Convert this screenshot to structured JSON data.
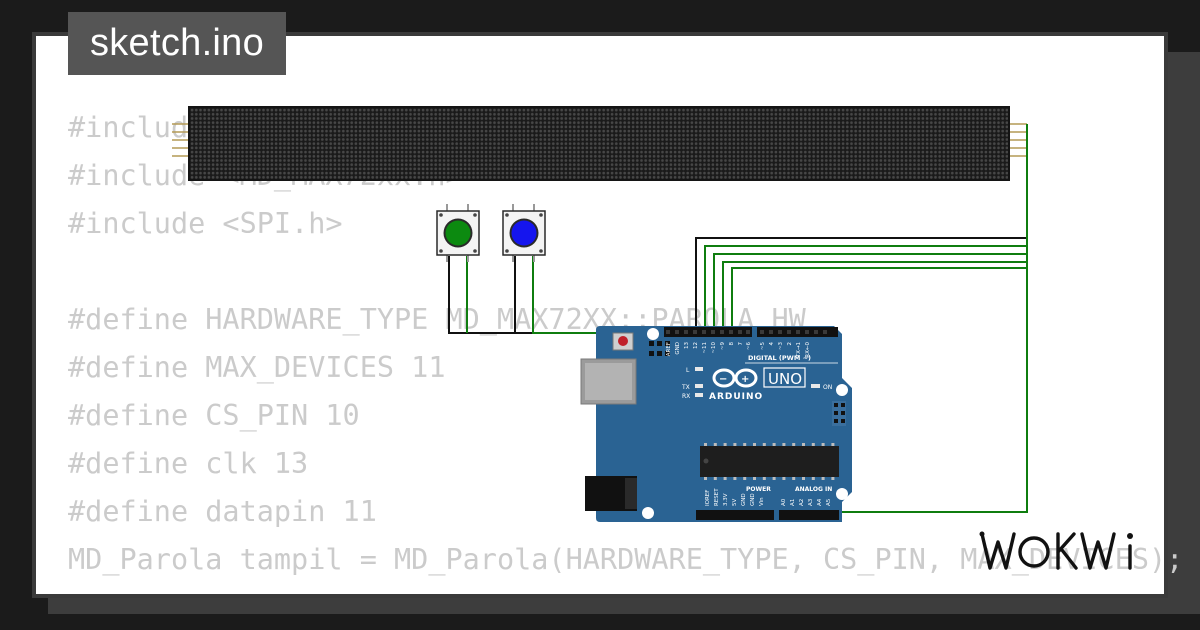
{
  "header": {
    "title": "sketch.ino"
  },
  "code_lines": [
    "#include <MD_Parola.h>",
    "#include <MD_MAX72xx.h>",
    "#include <SPI.h>",
    "",
    "#define HARDWARE_TYPE MD_MAX72XX::PAROLA_HW",
    "#define MAX_DEVICES 11",
    "#define CS_PIN 10",
    "#define clk 13",
    "#define datapin 11",
    "MD_Parola tampil = MD_Parola(HARDWARE_TYPE, CS_PIN, MAX_DEVICES);"
  ],
  "board": {
    "brand_text": "ARDUINO",
    "model_text": "UNO",
    "digital_label": "DIGITAL (PWM ~)",
    "power_label": "POWER",
    "analog_label": "ANALOG IN",
    "on_label": "ON",
    "l_label": "L",
    "tx_label": "TX",
    "rx_label": "RX",
    "top_pins": [
      "AREF",
      "GND",
      "13",
      "12",
      "~11",
      "~10",
      "~9",
      "8",
      "7",
      "~6",
      "~5",
      "4",
      "~3",
      "2",
      "TX→1",
      "RX←0"
    ],
    "bottom_pins": [
      "IOREF",
      "RESET",
      "3.3V",
      "5V",
      "GND",
      "GND",
      "Vin",
      "A0",
      "A1",
      "A2",
      "A3",
      "A4",
      "A5"
    ]
  },
  "buttons": [
    {
      "color": "green",
      "cap_hex": "#0c8a10"
    },
    {
      "color": "blue",
      "cap_hex": "#1515ee"
    }
  ],
  "colors": {
    "background": "#1b1b1b",
    "card": "#ffffff",
    "code_text": "#cbcbcb",
    "tab": "#555555",
    "board": "#2a6393",
    "matrix": "#1c1c1c",
    "wire_green": "#0f7d0f",
    "wire_black": "#111111"
  },
  "logo": {
    "text": "WOKWI"
  }
}
